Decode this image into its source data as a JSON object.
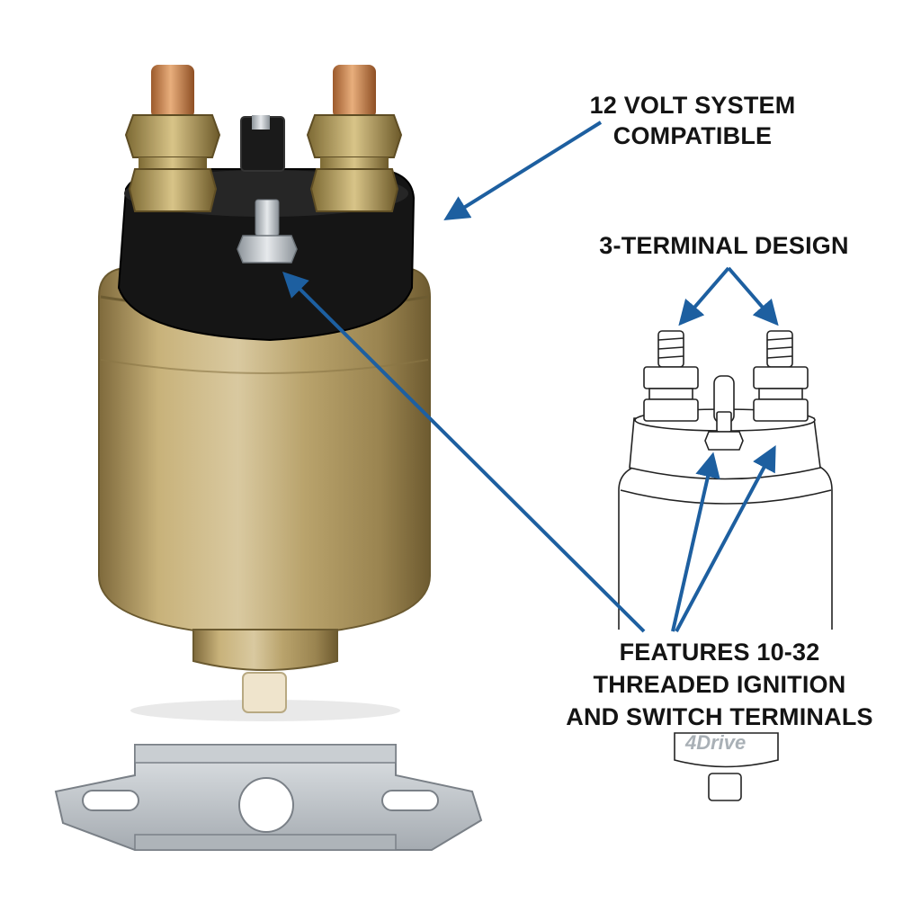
{
  "callouts": {
    "voltage": {
      "lines": [
        "12 VOLT SYSTEM",
        "COMPATIBLE"
      ]
    },
    "terminals": {
      "title": "3-TERMINAL DESIGN"
    },
    "features": {
      "lines": [
        "FEATURES 10-32",
        "THREADED IGNITION",
        "AND SWITCH TERMINALS"
      ]
    }
  },
  "diagram": {
    "brand_logo": "4Drive"
  },
  "colors": {
    "arrow": "#1d5fa0",
    "housing": "#b8a26a",
    "cap": "#141414",
    "copper": "#c98a55",
    "bracket": "#b9bec3",
    "line_art": "#222222"
  }
}
